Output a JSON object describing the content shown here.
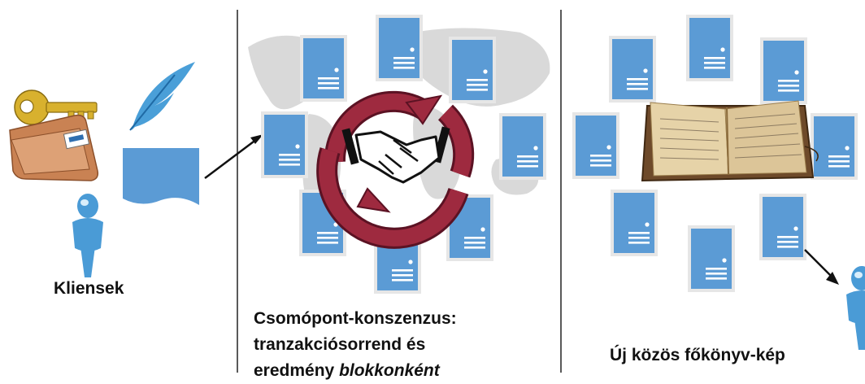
{
  "sections": {
    "clients": {
      "caption": "Kliensek"
    },
    "consensus": {
      "caption_line1": "Csomópont-konszenzus:",
      "caption_line2": "tranzakciósorrend és",
      "caption_line3_plain": "eredmény ",
      "caption_line3_emphasis": "blokkonként"
    },
    "ledger": {
      "caption": "Új közös főkönyv-kép"
    }
  },
  "icons": {
    "clients": [
      "key-icon",
      "wallet-icon",
      "quill-icon",
      "document-icon",
      "user-icon"
    ],
    "consensus": [
      "world-map-icon",
      "server-icon",
      "cycle-arrows-icon",
      "handshake-icon"
    ],
    "ledger": [
      "server-icon",
      "ledger-book-icon",
      "user-icon"
    ]
  },
  "colors": {
    "server_fill": "#5B9BD5",
    "server_frame": "#E6E6E6",
    "cycle_arrows": "#9E2A3F",
    "world_map": "#D9D9D9",
    "user_figure": "#4A9BD6",
    "key": "#D8B12E",
    "wallet": "#C98253",
    "quill": "#4A9FD8",
    "divider": "#222222"
  }
}
